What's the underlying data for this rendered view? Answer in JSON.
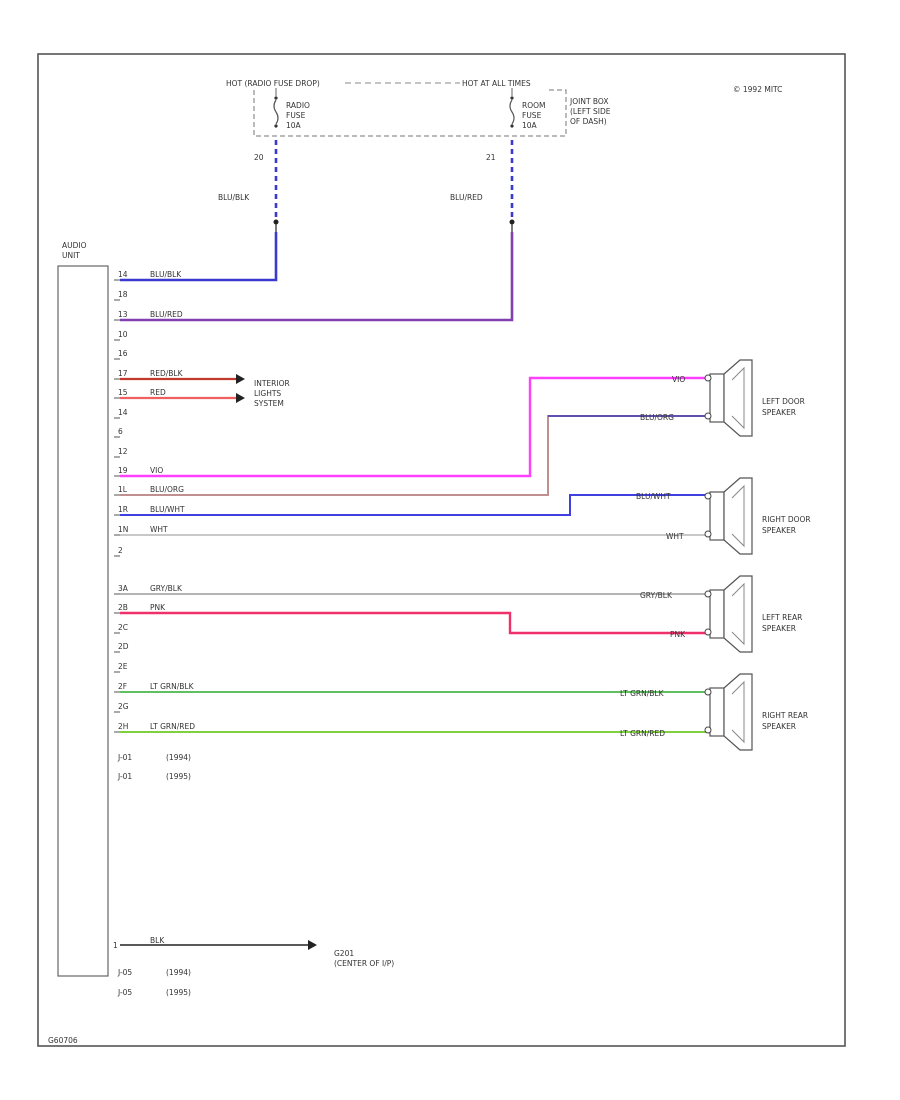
{
  "header": {
    "hot_left": "HOT (RADIO FUSE DROP)",
    "hot_right": "HOT AT ALL TIMES",
    "copyright": "© 1992 MITC"
  },
  "fuses": {
    "left": [
      "RADIO",
      "FUSE",
      "10A"
    ],
    "right": [
      "ROOM",
      "FUSE",
      "10A"
    ],
    "left_pin": "20",
    "right_pin": "21",
    "junction_box": [
      "JOINT BOX",
      "(LEFT SIDE",
      "OF DASH)"
    ]
  },
  "feed_wires": {
    "left": "BLU/BLK",
    "right": "BLU/RED"
  },
  "audio_unit": {
    "title": [
      "AUDIO",
      "UNIT"
    ]
  },
  "pins": [
    {
      "pin": "14",
      "wire": "BLU/BLK",
      "color": "#3a3ad0"
    },
    {
      "pin": "18",
      "wire": "",
      "color": ""
    },
    {
      "pin": "13",
      "wire": "BLU/RED",
      "color": "#8040b0"
    },
    {
      "pin": "10",
      "wire": "",
      "color": ""
    },
    {
      "pin": "16",
      "wire": "",
      "color": ""
    },
    {
      "pin": "17",
      "wire": "RED/BLK",
      "color": "#c0392b"
    },
    {
      "pin": "15",
      "wire": "RED",
      "color": "#f06060"
    },
    {
      "pin": "14",
      "wire": "",
      "color": ""
    },
    {
      "pin": "6",
      "wire": "",
      "color": ""
    },
    {
      "pin": "12",
      "wire": "",
      "color": ""
    },
    {
      "pin": "19",
      "wire": "VIO",
      "color": "#ff40ff"
    },
    {
      "pin": "1L",
      "wire": "BLU/ORG",
      "color": "#c09090"
    },
    {
      "pin": "1R",
      "wire": "BLU/WHT",
      "color": "#4040e0"
    },
    {
      "pin": "1N",
      "wire": "WHT",
      "color": "#c8c8c8"
    },
    {
      "pin": "2",
      "wire": "",
      "color": ""
    },
    {
      "pin": "3A",
      "wire": "GRY/BLK",
      "color": "#b4b4b4"
    },
    {
      "pin": "2B",
      "wire": "PNK",
      "color": "#f0306a"
    },
    {
      "pin": "2C",
      "wire": "",
      "color": ""
    },
    {
      "pin": "2D",
      "wire": "",
      "color": ""
    },
    {
      "pin": "2E",
      "wire": "",
      "color": ""
    },
    {
      "pin": "2F",
      "wire": "LT GRN/BLK",
      "color": "#60c060"
    },
    {
      "pin": "2G",
      "wire": "",
      "color": ""
    },
    {
      "pin": "2H",
      "wire": "LT GRN/RED",
      "color": "#80d040"
    }
  ],
  "connector_notes": [
    {
      "id": "J-01",
      "year": "(1994)"
    },
    {
      "id": "J-01",
      "year": "(1995)"
    }
  ],
  "interior_lights": [
    "INTERIOR",
    "LIGHTS",
    "SYSTEM"
  ],
  "speakers": [
    {
      "name": [
        "LEFT DOOR",
        "SPEAKER"
      ],
      "wire_top": "VIO",
      "wire_bottom": "BLU/ORG"
    },
    {
      "name": [
        "RIGHT DOOR",
        "SPEAKER"
      ],
      "wire_top": "BLU/WHT",
      "wire_bottom": "WHT"
    },
    {
      "name": [
        "LEFT REAR",
        "SPEAKER"
      ],
      "wire_top": "GRY/BLK",
      "wire_bottom": "PNK"
    },
    {
      "name": [
        "RIGHT REAR",
        "SPEAKER"
      ],
      "wire_top": "LT GRN/BLK",
      "wire_bottom": "LT GRN/RED"
    }
  ],
  "ground": {
    "pin": "1",
    "wire": "BLK",
    "label": [
      "G201",
      "(CENTER OF I/P)"
    ],
    "notes": [
      {
        "id": "J-05",
        "year": "(1994)"
      },
      {
        "id": "J-05",
        "year": "(1995)"
      }
    ]
  },
  "footer_code": "G60706"
}
